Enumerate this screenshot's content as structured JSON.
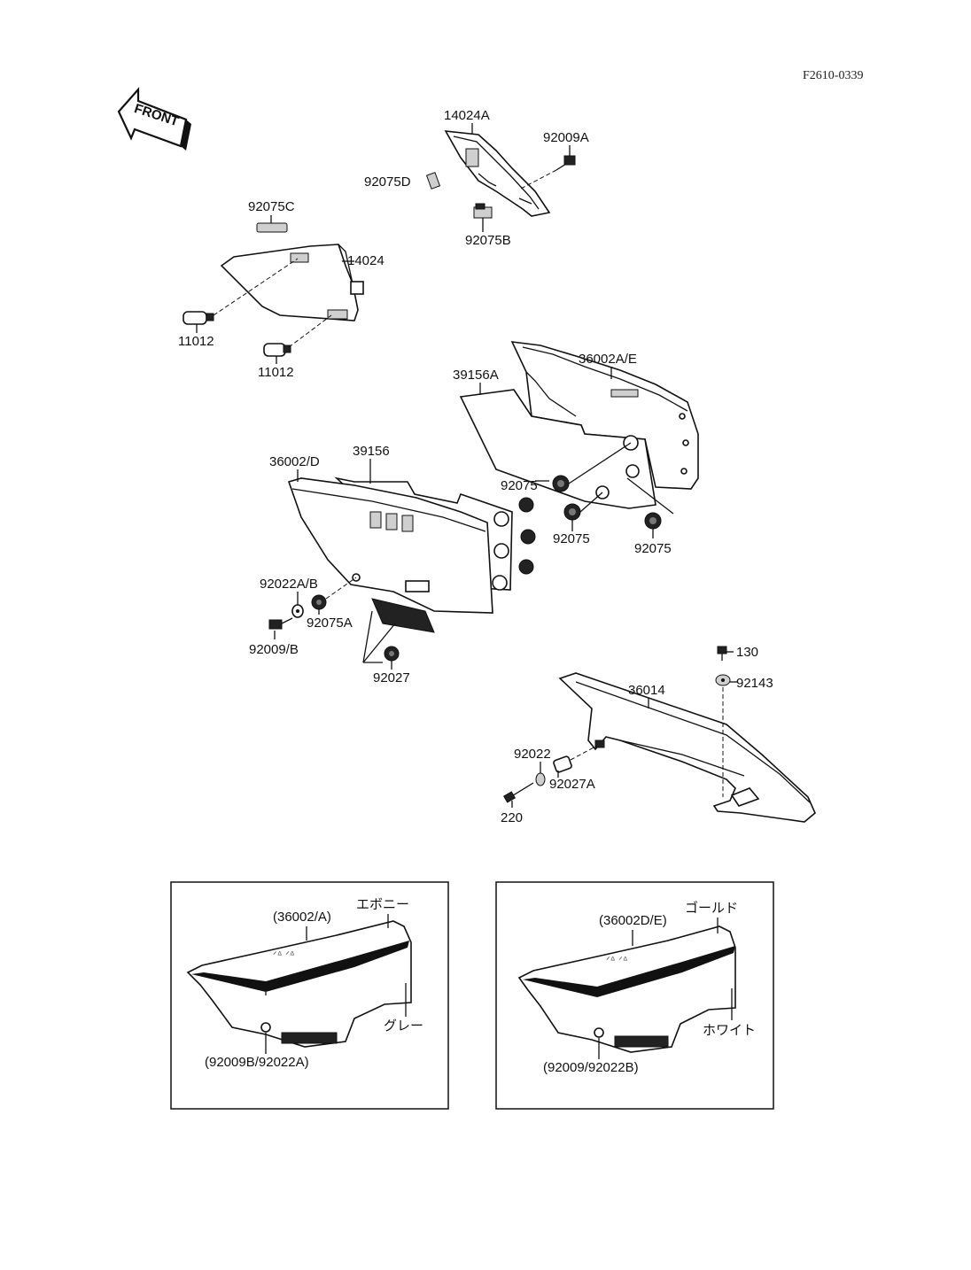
{
  "doc_code": "F2610-0339",
  "front_arrow_label": "FRONT",
  "parts": {
    "p14024A": "14024A",
    "p92009A": "92009A",
    "p92075D": "92075D",
    "p92075B": "92075B",
    "p92075C": "92075C",
    "p14024": "14024",
    "p11012_a": "11012",
    "p11012_b": "11012",
    "p36002AE": "36002A/E",
    "p39156A": "39156A",
    "p39156": "39156",
    "p36002D": "36002/D",
    "p92075_a": "92075",
    "p92075_b": "92075",
    "p92075_c": "92075",
    "p92022AB": "92022A/B",
    "p92075A": "92075A",
    "p92009B": "92009/B",
    "p92027": "92027",
    "p130": "130",
    "p92143": "92143",
    "p36014": "36014",
    "p92022": "92022",
    "p92027A": "92027A",
    "p220": "220"
  },
  "inset_left": {
    "part": "(36002/A)",
    "color_top": "エボニー",
    "color_bottom": "グレー",
    "fasteners": "(92009B/92022A)"
  },
  "inset_right": {
    "part": "(36002D/E)",
    "color_top": "ゴールド",
    "color_bottom": "ホワイト",
    "fasteners": "(92009/92022B)"
  }
}
